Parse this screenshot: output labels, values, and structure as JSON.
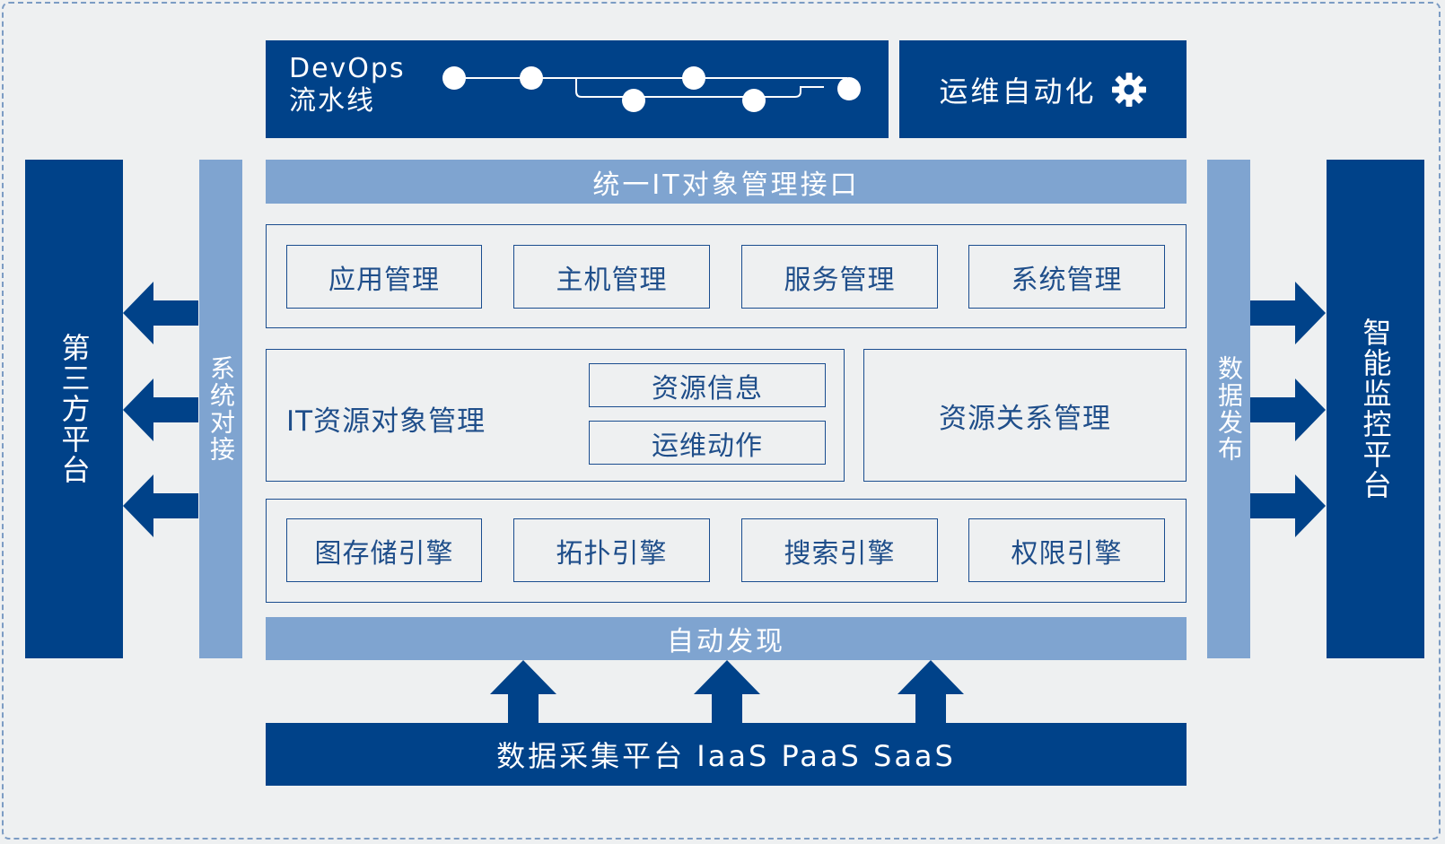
{
  "devops": {
    "line1": "DevOps",
    "line2": "流水线"
  },
  "ops_automation": {
    "label": "运维自动化",
    "icon": "gear-icon"
  },
  "third_party": {
    "label": "第三方平台"
  },
  "system_integration": {
    "label": "系统对接"
  },
  "unified_interface": {
    "label": "统一IT对象管理接口"
  },
  "management_row": {
    "items": [
      "应用管理",
      "主机管理",
      "服务管理",
      "系统管理"
    ]
  },
  "it_resource": {
    "title": "IT资源对象管理",
    "sub_items": [
      "资源信息",
      "运维动作"
    ]
  },
  "resource_relation": {
    "label": "资源关系管理"
  },
  "engine_row": {
    "items": [
      "图存储引擎",
      "拓扑引擎",
      "搜索引擎",
      "权限引擎"
    ]
  },
  "auto_discovery": {
    "label": "自动发现"
  },
  "data_publish": {
    "label": "数据发布"
  },
  "monitoring": {
    "label": "智能监控平台"
  },
  "data_collection": {
    "label": "数据采集平台 IaaS PaaS SaaS"
  },
  "colors": {
    "dark_blue": "#004289",
    "light_blue": "#7fa4d0",
    "background": "#eef0f1",
    "outline": "#1a4d8f"
  }
}
